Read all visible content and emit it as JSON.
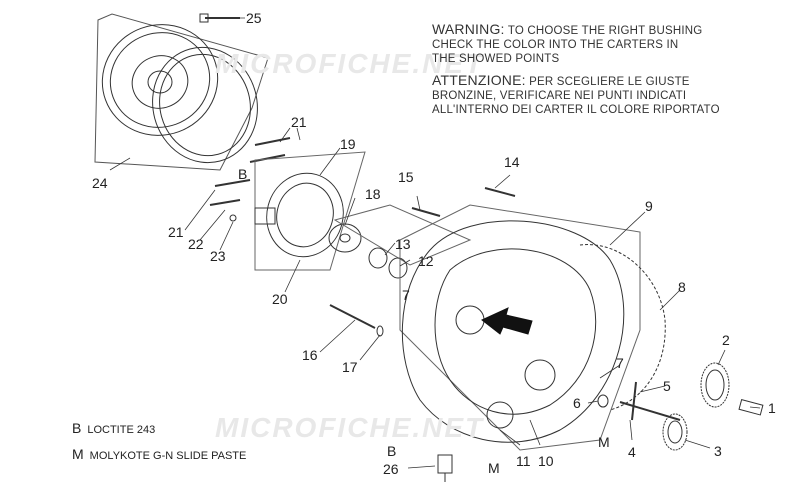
{
  "warning": {
    "heading_en": "WARNING:",
    "text_en": [
      " TO CHOOSE THE RIGHT BUSHING",
      "CHECK THE COLOR INTO THE CARTERS IN",
      "THE SHOWED POINTS"
    ],
    "heading_it": "ATTENZIONE:",
    "text_it": [
      " PER SCEGLIERE LE GIUSTE",
      "BRONZINE, VERIFICARE NEI PUNTI INDICATI",
      "ALL'INTERNO DEI CARTER IL COLORE RIPORTATO"
    ]
  },
  "legend": [
    {
      "symbol": "B",
      "text": "LOCTITE 243"
    },
    {
      "symbol": "M",
      "text": "MOLYKOTE G-N SLIDE PASTE"
    }
  ],
  "watermark": "MICROFICHE.NET",
  "callouts": {
    "c25": "25",
    "c24": "24",
    "c21a": "21",
    "c21b": "21",
    "b1": "B",
    "c19": "19",
    "c22": "22",
    "c23": "23",
    "c18": "18",
    "c20": "20",
    "c15": "15",
    "c14": "14",
    "c13": "13",
    "c12": "12",
    "c9": "9",
    "c7a": "7",
    "c8": "8",
    "c16": "16",
    "c17": "17",
    "c2": "2",
    "c7b": "7",
    "c5": "5",
    "c6": "6",
    "c1": "1",
    "c3": "3",
    "m1": "M",
    "c4": "4",
    "b2": "B",
    "m2": "M",
    "c11": "11",
    "c10": "10",
    "c26": "26"
  }
}
